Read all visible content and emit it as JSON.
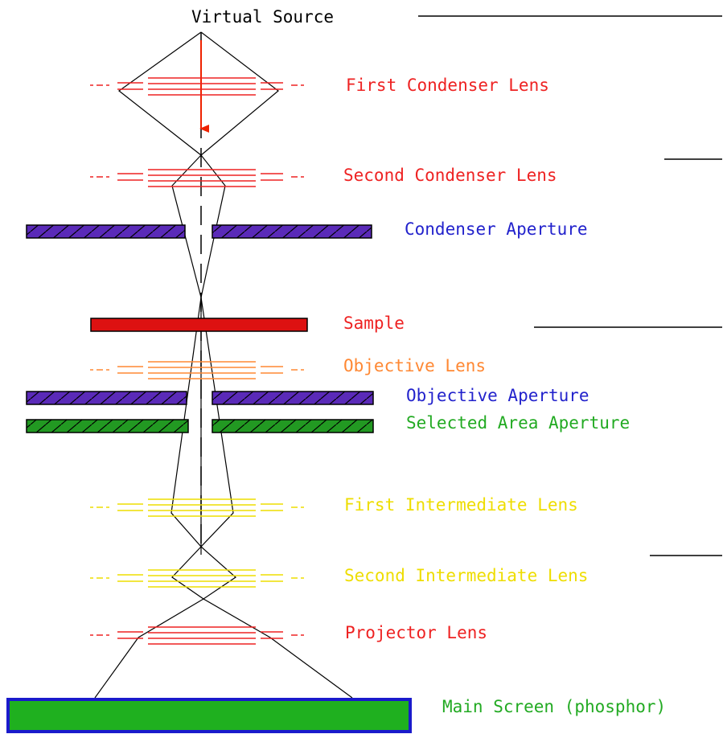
{
  "labels": {
    "source": "Virtual Source",
    "first_condenser": "First Condenser Lens",
    "second_condenser": "Second Condenser Lens",
    "condenser_aperture": "Condenser Aperture",
    "sample": "Sample",
    "objective_lens": "Objective Lens",
    "objective_aperture": "Objective Aperture",
    "selected_area_aperture": "Selected Area Aperture",
    "first_intermediate": "First Intermediate Lens",
    "second_intermediate": "Second Intermediate Lens",
    "projector": "Projector Lens",
    "screen": "Main Screen (phosphor)"
  },
  "colors": {
    "red_lens": "#ee2222",
    "orange_lens": "#ff8833",
    "yellow_lens": "#eedd00",
    "aperture_purple": "#5a2ab8",
    "aperture_green": "#229922",
    "sample_red": "#dd1111",
    "screen_fill": "#1fb01f",
    "screen_border": "#1a1acc",
    "label_blue": "#2222cc",
    "label_green": "#22aa22",
    "arrow_red": "#ee2200",
    "ray_black": "#000000"
  }
}
